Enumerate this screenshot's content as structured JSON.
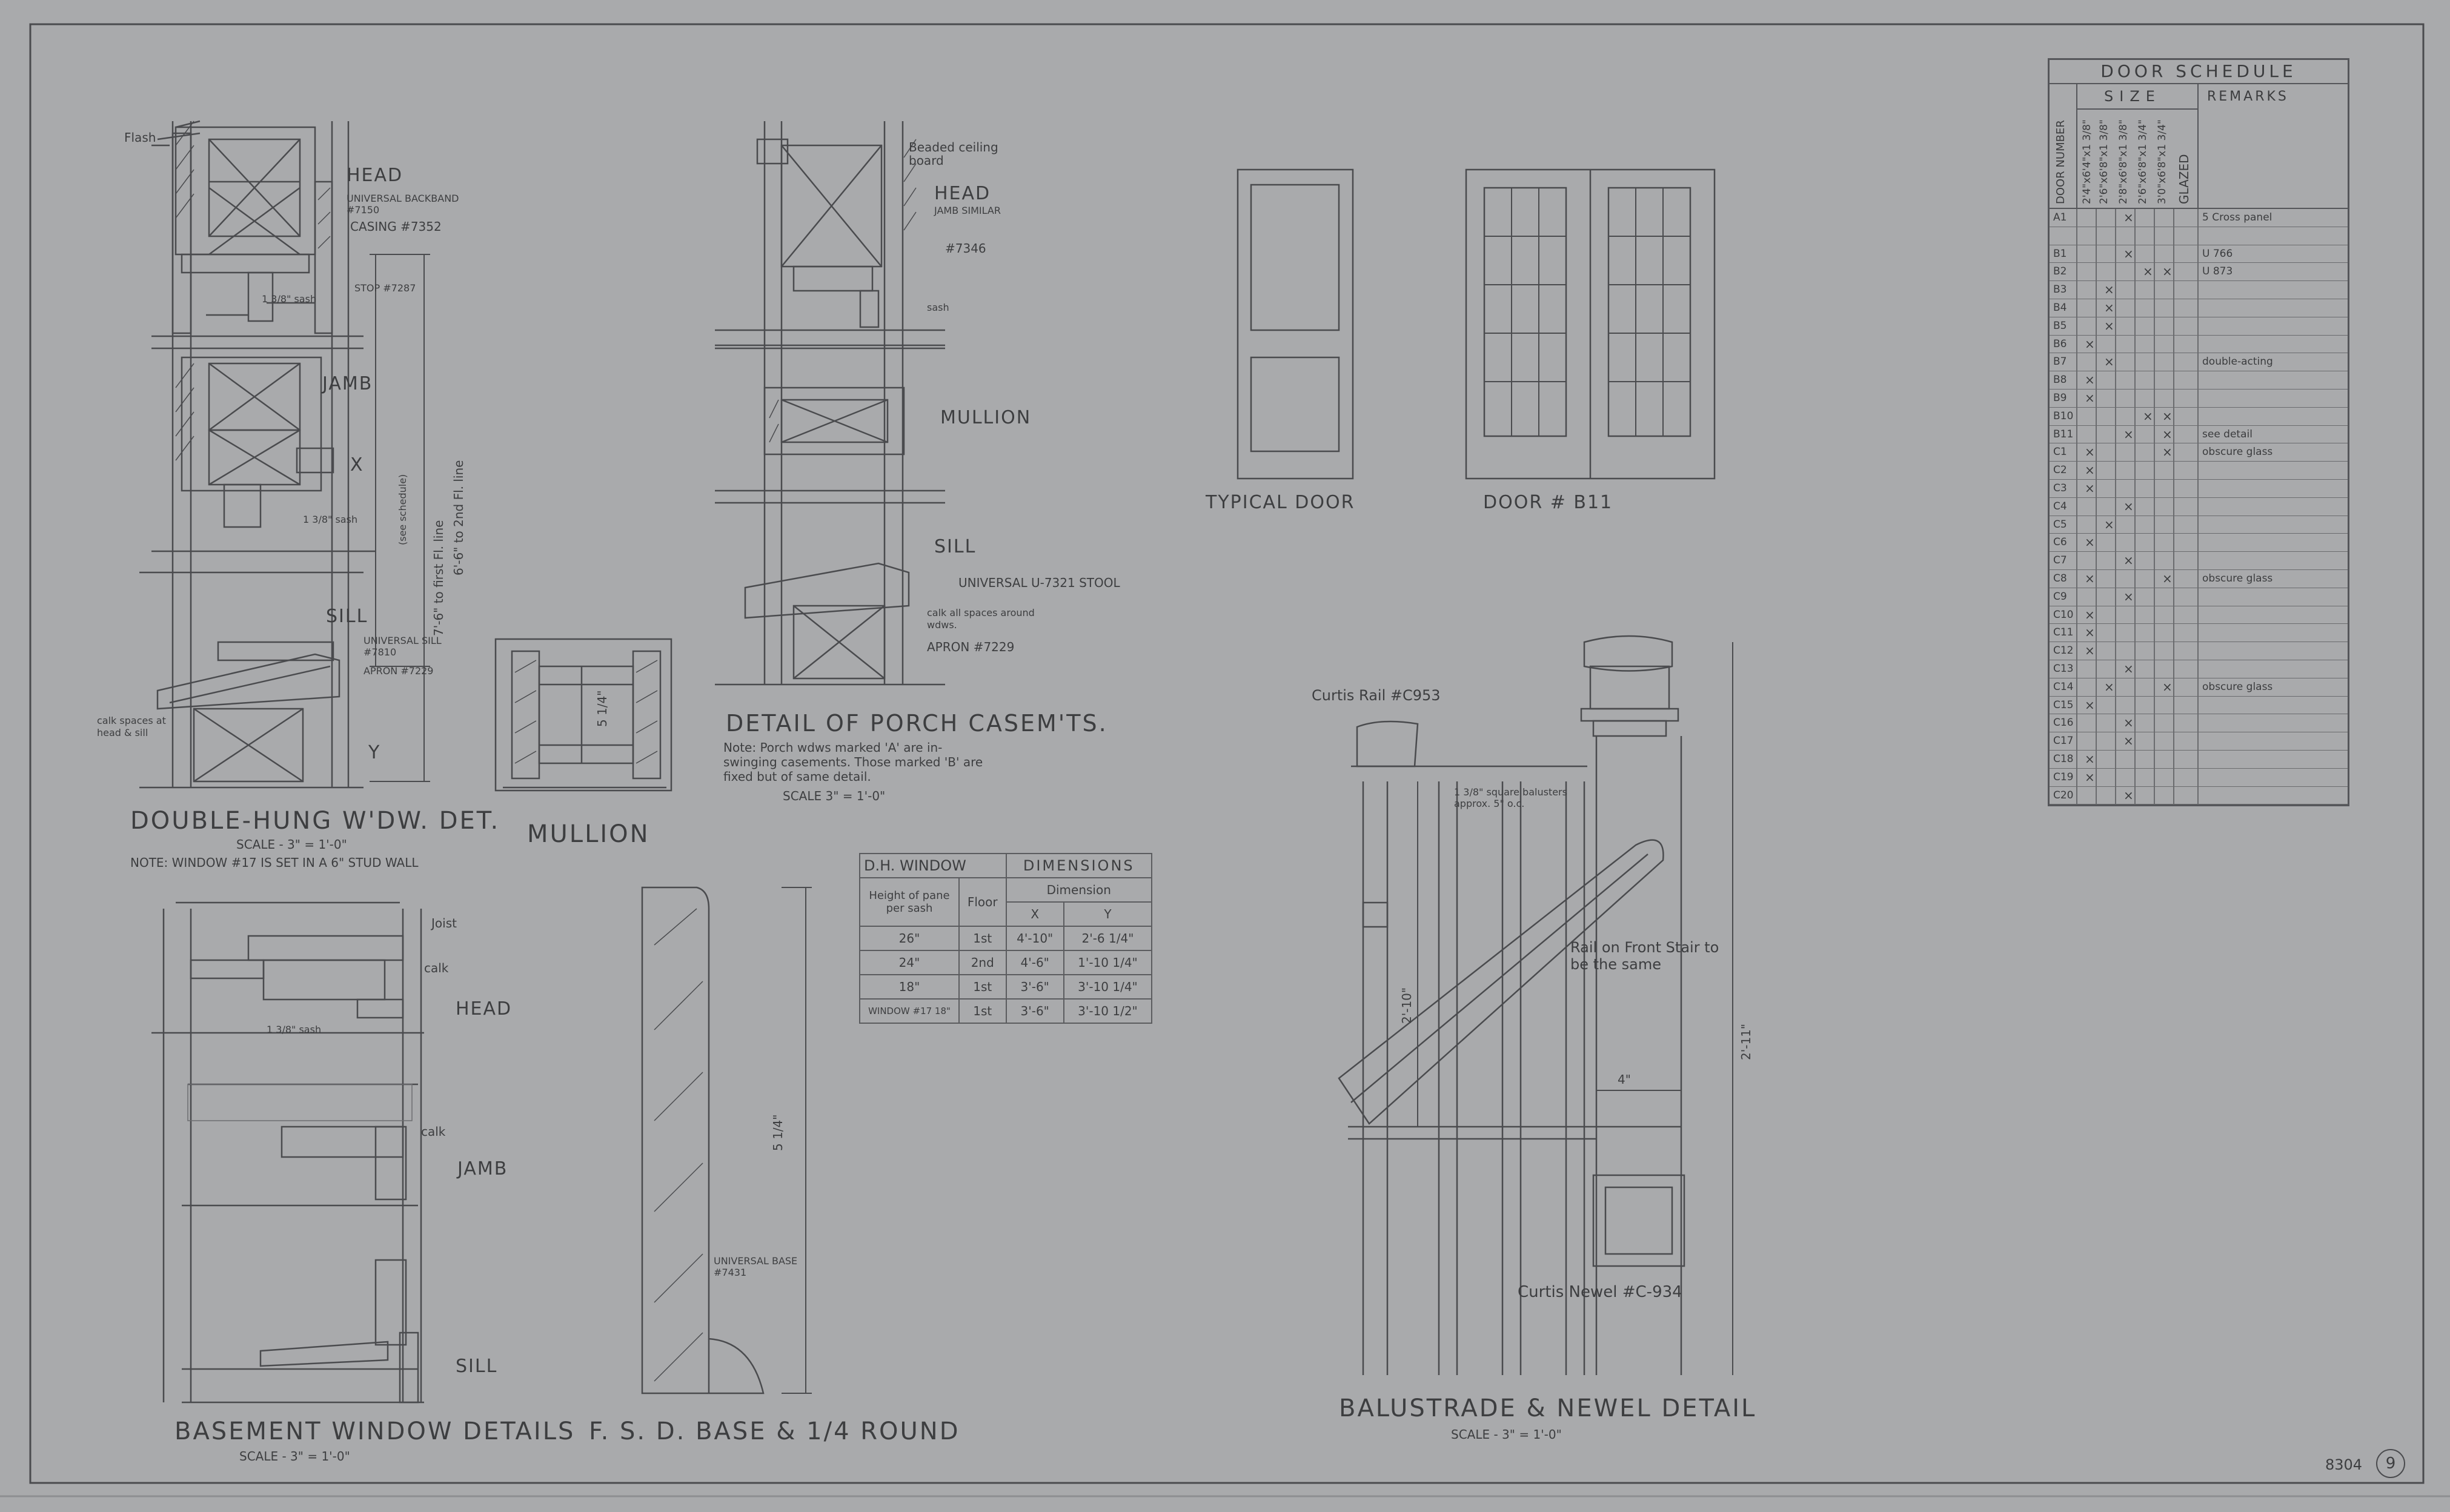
{
  "sheet_number": "8304",
  "page_circle": "9",
  "double_hung": {
    "title": "DOUBLE-HUNG W'DW. DET.",
    "scale": "SCALE - 3\" = 1'-0\"",
    "note": "NOTE: WINDOW #17 IS SET IN A 6\" STUD WALL",
    "flash": "Flash",
    "head": "HEAD",
    "backband": "UNIVERSAL BACKBAND #7150",
    "casing": "CASING #7352",
    "stop": "STOP #7287",
    "sash_1": "1 3/8\" sash",
    "jamb": "JAMB",
    "sash_2": "1 3/8\" sash",
    "sill": "SILL",
    "universal_sill": "UNIVERSAL SILL #7810",
    "apron": "APRON #7229",
    "calk": "calk spaces at head & sill",
    "x": "X",
    "y": "Y",
    "see_schedule": "(see schedule)",
    "to_first": "7'-6\" to first Fl. line",
    "to_second": "6'-6\" to 2nd Fl. line"
  },
  "mullion": {
    "title": "MULLION",
    "dim": "5 1/4\""
  },
  "porch": {
    "beaded": "Beaded ceiling board",
    "head": "HEAD",
    "jamb_similar": "JAMB SIMILAR",
    "casing": "#7346",
    "sash": "sash",
    "mullion": "MULLION",
    "sill": "SILL",
    "stool": "UNIVERSAL U-7321 STOOL",
    "calk": "calk all spaces around wdws.",
    "apron": "APRON #7229",
    "title": "DETAIL OF PORCH CASEM'TS.",
    "note": "Note: Porch wdws marked 'A' are in-swinging casements. Those marked 'B' are fixed but of same detail.",
    "scale": "SCALE 3\" = 1'-0\""
  },
  "basement": {
    "joist": "Joist",
    "calk_1": "calk",
    "head": "HEAD",
    "sash": "1 3/8\" sash",
    "calk_2": "calk",
    "jamb": "JAMB",
    "sill": "SILL",
    "title": "BASEMENT WINDOW DETAILS",
    "scale": "SCALE - 3\" = 1'-0\""
  },
  "base": {
    "title": "F. S. D. BASE & 1/4 ROUND",
    "label": "UNIVERSAL BASE #7431",
    "dim": "5 1/4\""
  },
  "window_dims": {
    "title_left": "D.H. WINDOW",
    "title_right": "DIMENSIONS",
    "col_pane": "Height of pane per sash",
    "col_floor": "Floor",
    "col_dim": "Dimension",
    "col_x": "X",
    "col_y": "Y",
    "rows": [
      {
        "pane": "26\"",
        "floor": "1st",
        "x": "4'-10\"",
        "y": "2'-6 1/4\""
      },
      {
        "pane": "24\"",
        "floor": "2nd",
        "x": "4'-6\"",
        "y": "1'-10 1/4\""
      },
      {
        "pane": "18\"",
        "floor": "1st",
        "x": "3'-6\"",
        "y": "3'-10 1/4\""
      },
      {
        "pane": "WINDOW #17  18\"",
        "floor": "1st",
        "x": "3'-6\"",
        "y": "3'-10 1/2\""
      }
    ]
  },
  "doors": {
    "typical": "TYPICAL DOOR",
    "b11": "DOOR # B11"
  },
  "baluster": {
    "rail": "Curtis Rail #C953",
    "balusters": "1 3/8\" square balusters approx. 5\" o.c.",
    "front_stair": "Rail on Front Stair to be the same",
    "newel": "Curtis Newel #C-934",
    "dim_height": "2'-10\"",
    "dim_newel": "2'-11\"",
    "dim_4": "4\"",
    "title": "BALUSTRADE & NEWEL DETAIL",
    "scale": "SCALE - 3\" = 1'-0\""
  },
  "door_schedule": {
    "title": "DOOR SCHEDULE",
    "col_number": "DOOR NUMBER",
    "col_size": "SIZE",
    "col_remarks": "REMARKS",
    "sizes": [
      "2'4\"x6'4\"x1 3/8\"",
      "2'6\"x6'8\"x1 3/8\"",
      "2'8\"x6'8\"x1 3/8\"",
      "2'6\"x6'8\"x1 3/4\"",
      "3'0\"x6'8\"x1 3/4\""
    ],
    "col_glazed": "GLAZED",
    "rows": [
      {
        "num": "A1",
        "marks": [
          2
        ],
        "remark": "5 Cross panel"
      },
      {
        "num": "",
        "marks": [],
        "remark": ""
      },
      {
        "num": "B1",
        "marks": [
          2
        ],
        "remark": "U 766"
      },
      {
        "num": "B2",
        "marks": [
          3,
          4
        ],
        "remark": "U 873"
      },
      {
        "num": "B3",
        "marks": [
          1
        ],
        "remark": ""
      },
      {
        "num": "B4",
        "marks": [
          1
        ],
        "remark": ""
      },
      {
        "num": "B5",
        "marks": [
          1
        ],
        "remark": ""
      },
      {
        "num": "B6",
        "marks": [
          0
        ],
        "remark": ""
      },
      {
        "num": "B7",
        "marks": [
          1
        ],
        "remark": "double-acting"
      },
      {
        "num": "B8",
        "marks": [
          0
        ],
        "remark": ""
      },
      {
        "num": "B9",
        "marks": [
          0
        ],
        "remark": ""
      },
      {
        "num": "B10",
        "marks": [
          3,
          4
        ],
        "remark": ""
      },
      {
        "num": "B11",
        "marks": [
          2,
          4
        ],
        "remark": "see detail"
      },
      {
        "num": "C1",
        "marks": [
          0,
          4
        ],
        "remark": "obscure glass"
      },
      {
        "num": "C2",
        "marks": [
          0
        ],
        "remark": ""
      },
      {
        "num": "C3",
        "marks": [
          0
        ],
        "remark": ""
      },
      {
        "num": "C4",
        "marks": [
          2
        ],
        "remark": ""
      },
      {
        "num": "C5",
        "marks": [
          1
        ],
        "remark": ""
      },
      {
        "num": "C6",
        "marks": [
          0
        ],
        "remark": ""
      },
      {
        "num": "C7",
        "marks": [
          2
        ],
        "remark": ""
      },
      {
        "num": "C8",
        "marks": [
          0,
          4
        ],
        "remark": "obscure glass"
      },
      {
        "num": "C9",
        "marks": [
          2
        ],
        "remark": ""
      },
      {
        "num": "C10",
        "marks": [
          0
        ],
        "remark": ""
      },
      {
        "num": "C11",
        "marks": [
          0
        ],
        "remark": ""
      },
      {
        "num": "C12",
        "marks": [
          0
        ],
        "remark": ""
      },
      {
        "num": "C13",
        "marks": [
          2
        ],
        "remark": ""
      },
      {
        "num": "C14",
        "marks": [
          1,
          4
        ],
        "remark": "obscure glass"
      },
      {
        "num": "C15",
        "marks": [
          0
        ],
        "remark": ""
      },
      {
        "num": "C16",
        "marks": [
          2
        ],
        "remark": ""
      },
      {
        "num": "C17",
        "marks": [
          2
        ],
        "remark": ""
      },
      {
        "num": "C18",
        "marks": [
          0
        ],
        "remark": ""
      },
      {
        "num": "C19",
        "marks": [
          0
        ],
        "remark": ""
      },
      {
        "num": "C20",
        "marks": [
          2
        ],
        "remark": ""
      }
    ]
  },
  "colors": {
    "paper": "#a9aaac",
    "ink": "#3d3e40",
    "line": "#55565a"
  }
}
